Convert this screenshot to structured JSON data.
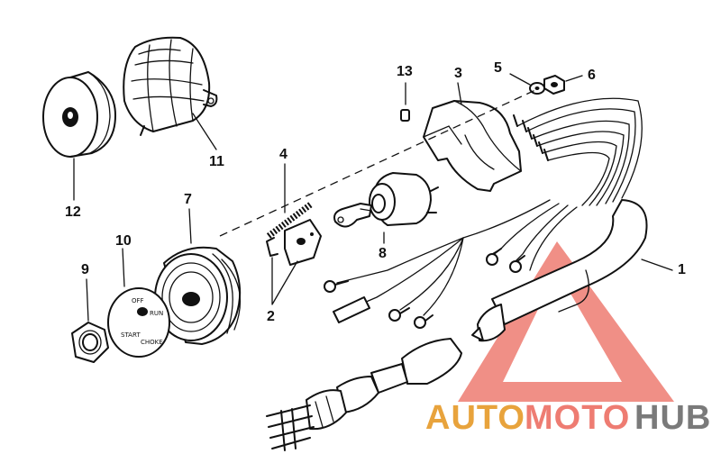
{
  "callouts": {
    "n1": "1",
    "n2": "2",
    "n3": "3",
    "n4": "4",
    "n5": "5",
    "n6": "6",
    "n7": "7",
    "n8": "8",
    "n9": "9",
    "n10": "10",
    "n11": "11",
    "n12": "12",
    "n13": "13"
  },
  "decal_text": [
    "OFF",
    "RUN",
    "START",
    "CHOKE"
  ],
  "watermark": {
    "part_auto": "AUTO",
    "part_moto": "MOTO",
    "part_hub": "HUB",
    "colors": {
      "auto": "#e8a33c",
      "moto": "#ee7c72",
      "hub": "#7a7a7a",
      "triangle": "#ee7c72"
    }
  }
}
